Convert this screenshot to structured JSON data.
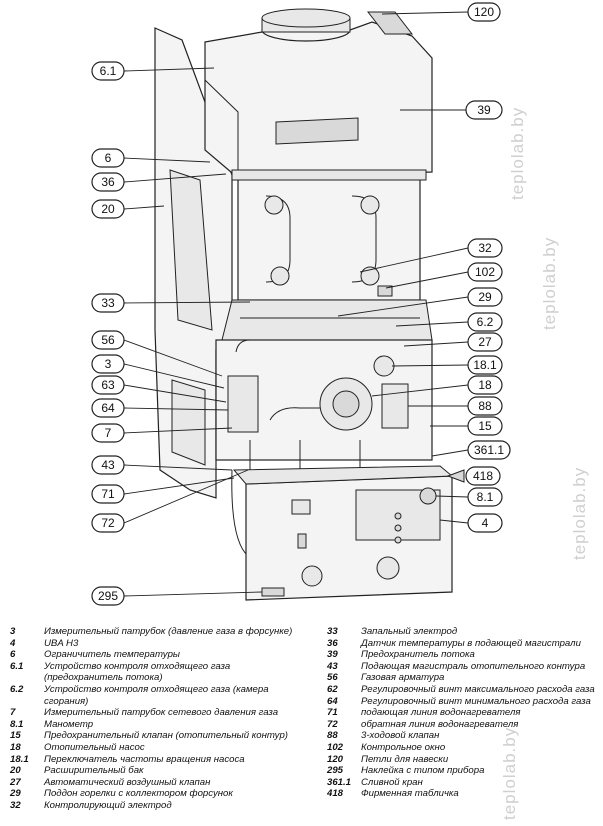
{
  "callouts": {
    "c120": "120",
    "c61": "6.1",
    "c39": "39",
    "c6": "6",
    "c36": "36",
    "c20": "20",
    "c32": "32",
    "c102": "102",
    "c33": "33",
    "c29": "29",
    "c62": "6.2",
    "c56": "56",
    "c27": "27",
    "c3": "3",
    "c181": "18.1",
    "c63": "63",
    "c18": "18",
    "c64": "64",
    "c88": "88",
    "c7": "7",
    "c15": "15",
    "c3611": "361.1",
    "c43": "43",
    "c418": "418",
    "c71": "71",
    "c81": "8.1",
    "c72": "72",
    "c4": "4",
    "c295": "295"
  },
  "watermarks": [
    "teplolab.by",
    "teplolab.by",
    "teplolab.by",
    "teplolab.by"
  ],
  "legend": {
    "left": [
      {
        "num": "3",
        "desc": "Измерительный патрубок (давление газа в форсунке)"
      },
      {
        "num": "4",
        "desc": "UBA H3"
      },
      {
        "num": "6",
        "desc": "Ограничитель температуры"
      },
      {
        "num": "6.1",
        "desc": "Устройство контроля отходящего газа (предохранитель потока)"
      },
      {
        "num": "6.2",
        "desc": "Устройство контроля отходящего газа (камера сгорания)"
      },
      {
        "num": "7",
        "desc": "Измерительный патрубок сетевого давления газа"
      },
      {
        "num": "8.1",
        "desc": "Манометр"
      },
      {
        "num": "15",
        "desc": "Предохранительный клапан (отопительный контур)"
      },
      {
        "num": "18",
        "desc": "Отопительный насос"
      },
      {
        "num": "18.1",
        "desc": "Переключатель частоты вращения насоса"
      },
      {
        "num": "20",
        "desc": "Расширительный бак"
      },
      {
        "num": "27",
        "desc": "Автоматический воздушный клапан"
      },
      {
        "num": "29",
        "desc": "Поддон горелки с коллектором форсунок"
      },
      {
        "num": "32",
        "desc": "Контролирующий электрод"
      }
    ],
    "right": [
      {
        "num": "33",
        "desc": "Запальный электрод"
      },
      {
        "num": "36",
        "desc": "Датчик температуры в подающей магистрали"
      },
      {
        "num": "39",
        "desc": "Предохранитель потока"
      },
      {
        "num": "43",
        "desc": "Подающая магистраль отопительного контура"
      },
      {
        "num": "56",
        "desc": "Газовая арматура"
      },
      {
        "num": "62",
        "desc": "Регулировочный винт максимального расхода газа"
      },
      {
        "num": "64",
        "desc": "Регулировочный винт минимального расхода газа"
      },
      {
        "num": "71",
        "desc": "подающая линия водонагревателя"
      },
      {
        "num": "72",
        "desc": "обратная линия водонагревателя"
      },
      {
        "num": "88",
        "desc": "3-ходовой клапан"
      },
      {
        "num": "102",
        "desc": "Контрольное окно"
      },
      {
        "num": "120",
        "desc": "Петли для навески"
      },
      {
        "num": "295",
        "desc": "Наклейка с типом прибора"
      },
      {
        "num": "361.1",
        "desc": "Сливной кран"
      },
      {
        "num": "418",
        "desc": "Фирменная табличка"
      }
    ]
  }
}
